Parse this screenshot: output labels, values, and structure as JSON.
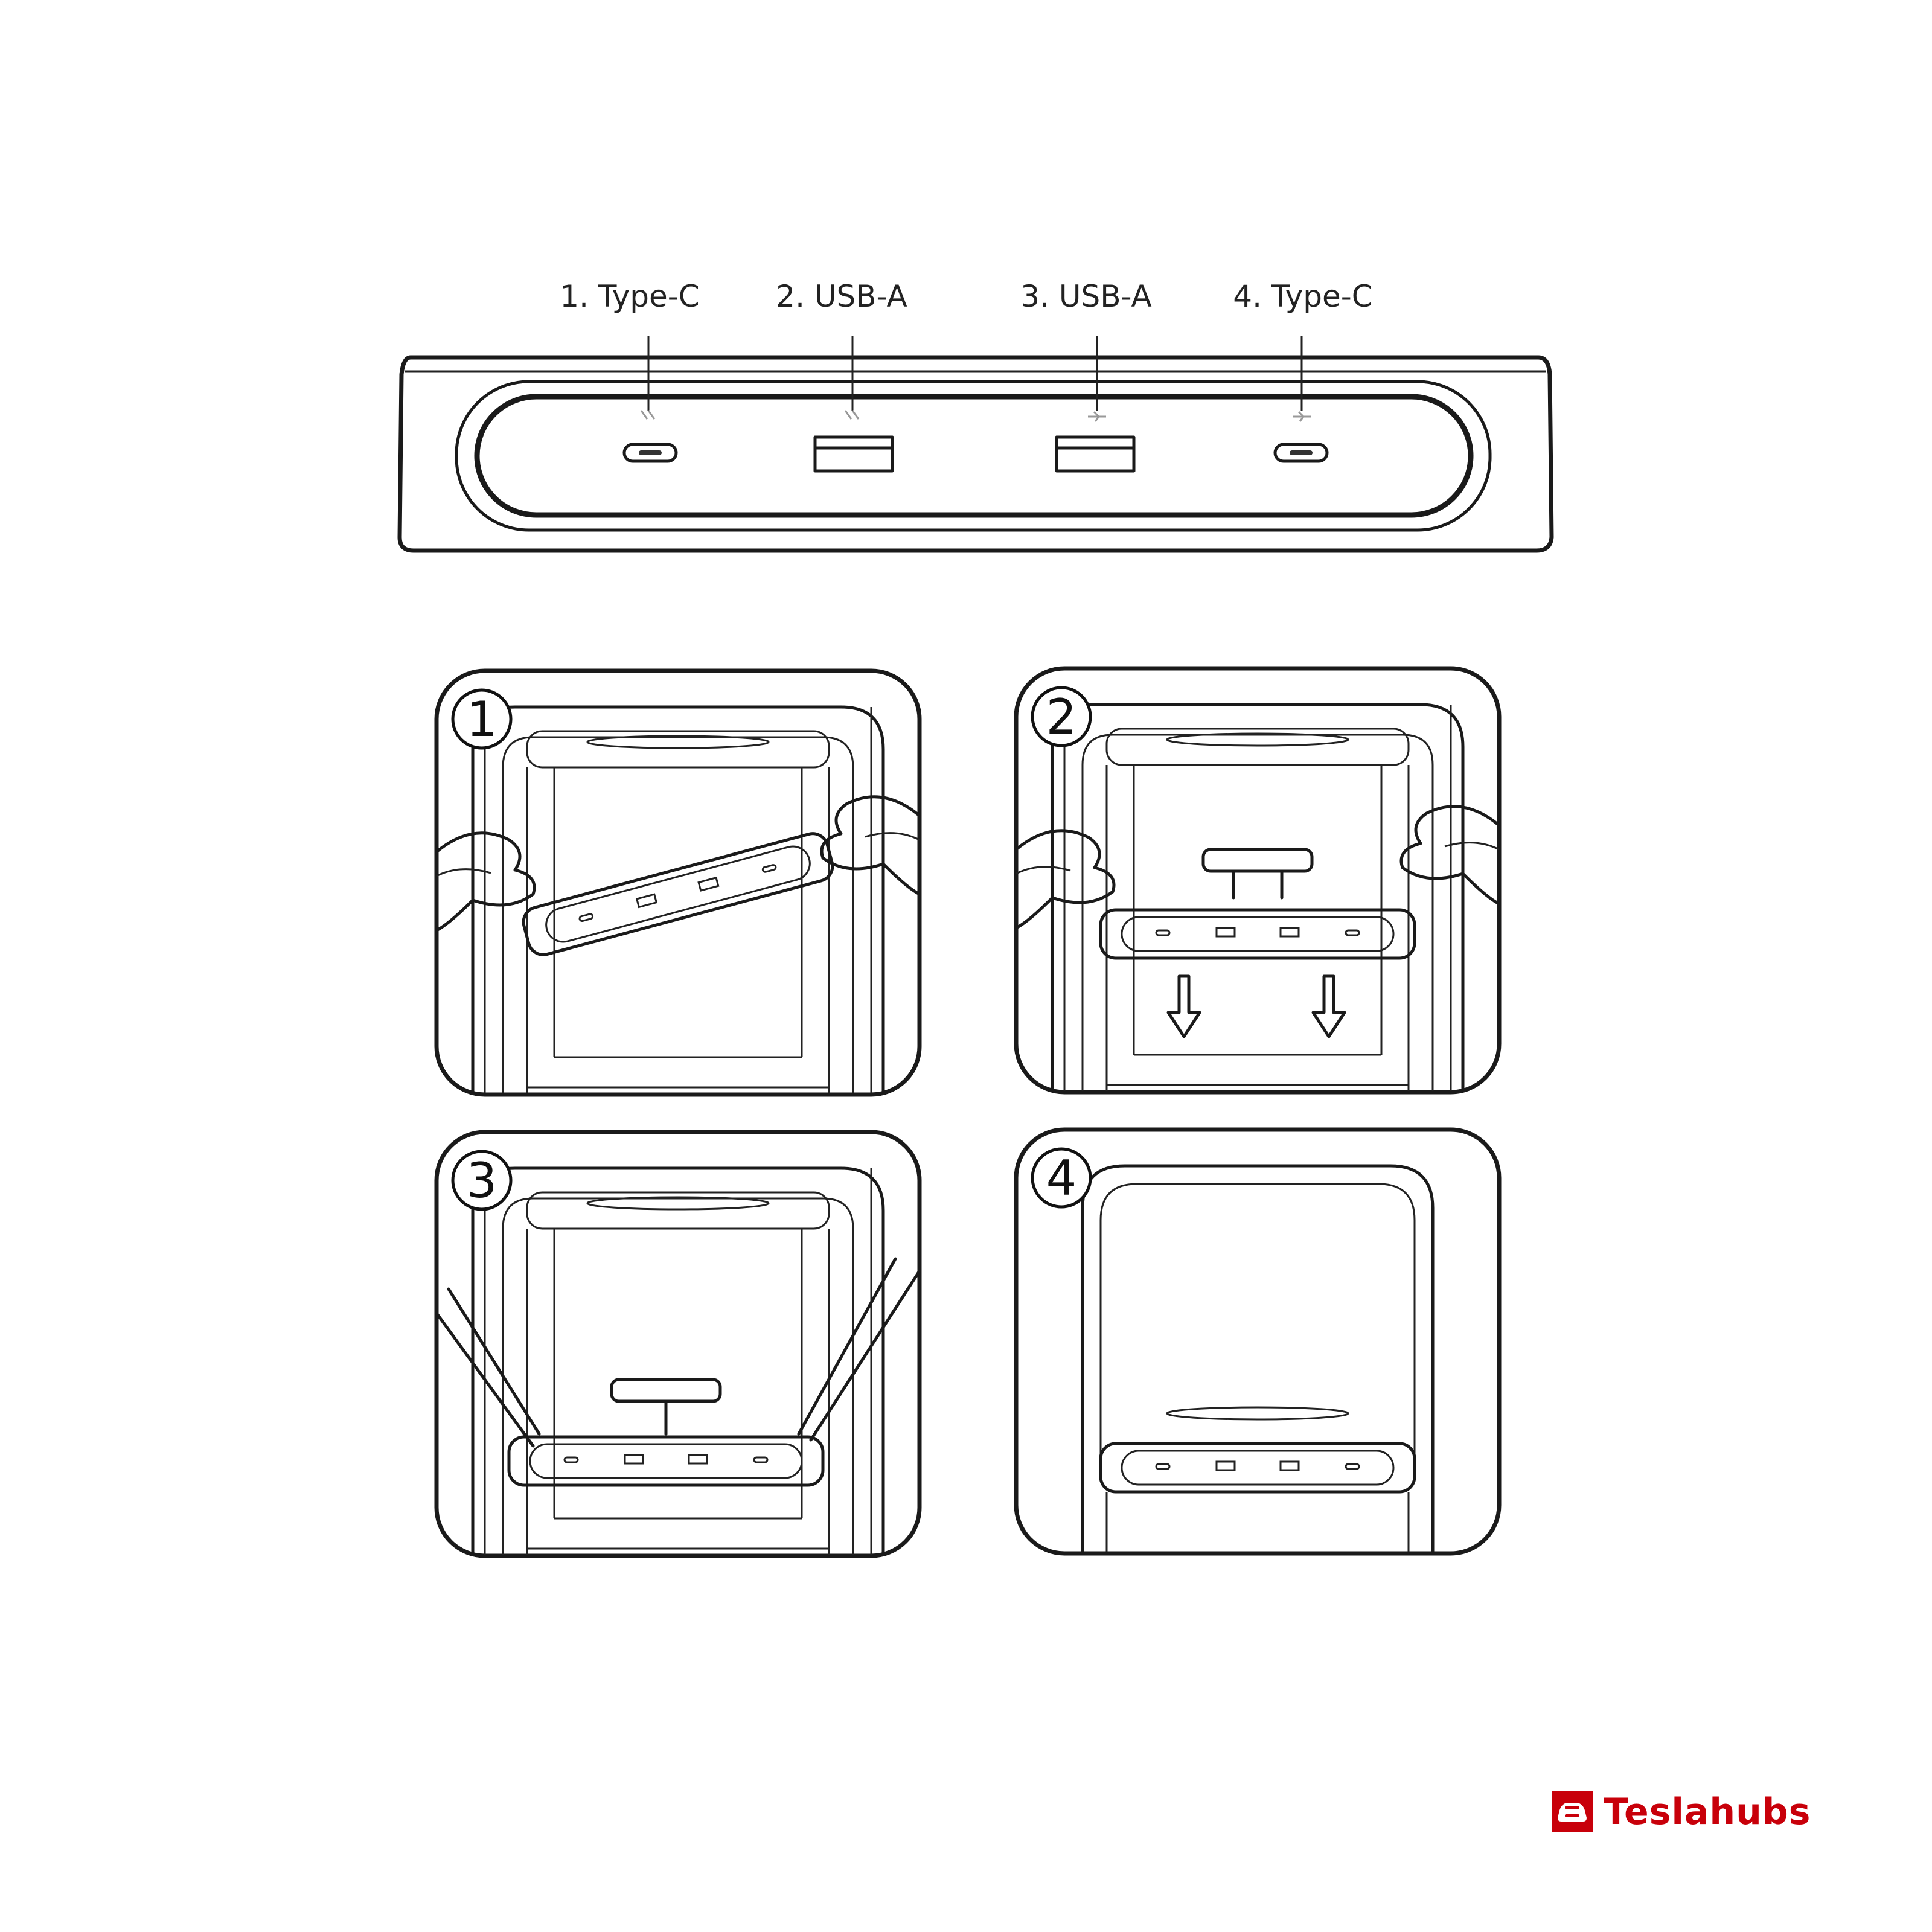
{
  "hub": {
    "ports": [
      {
        "label": "1. Type-C",
        "type": "type-c"
      },
      {
        "label": "2. USB-A",
        "type": "usb-a"
      },
      {
        "label": "3. USB-A",
        "type": "usb-a"
      },
      {
        "label": "4. Type-C",
        "type": "type-c"
      }
    ]
  },
  "steps": [
    {
      "number": "1"
    },
    {
      "number": "2"
    },
    {
      "number": "3"
    },
    {
      "number": "4"
    }
  ],
  "brand": {
    "name": "Teslahubs",
    "color": "#c8000a"
  }
}
